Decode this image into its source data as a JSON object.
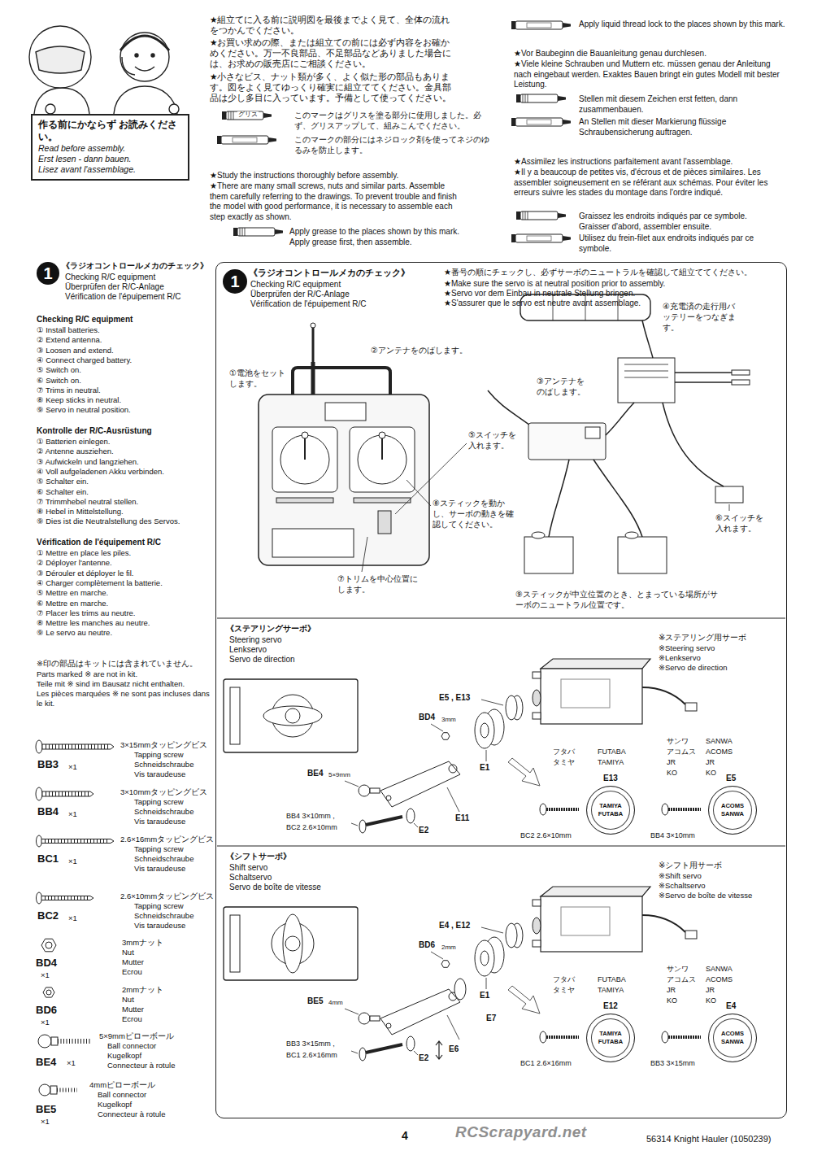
{
  "diagram": {
    "nodes": [
      {
        "text": [
          "作る前にかならず お読みください。",
          "Read before assembly.",
          "Erst lesen - dann bauen.",
          "Lisez avant l'assemblage."
        ]
      },
      {
        "text": [
          "1"
        ]
      },
      {
        "text": [
          "《ラジオコントロールメカのチェック》",
          "Checking R/C equipment",
          "Überprüfen der R/C-Anlage",
          "Vérification de l'épuipement R/C",
          "★番号の順にチェックし、必ずサーボのニュートラルを確認して組立ててください。",
          "★Make sure the servo is at neutral position prior to assembly.",
          "★Servo vor dem Einbau in neutrale Stellung bringen.",
          "★S'assurer que le servo est neutre avant assemblage."
        ]
      },
      {
        "text": [
          "1"
        ],
        "in": 2
      },
      {
        "text": [
          "TAMIYA",
          "FUTABA"
        ],
        "in": 2
      },
      {
        "text": [
          "ACOMS",
          "SANWA"
        ],
        "in": 2
      },
      {
        "text": [
          "TAMIYA",
          "FUTABA"
        ],
        "in": 2
      },
      {
        "text": [
          "ACOMS",
          "SANWA"
        ],
        "in": 2
      }
    ],
    "labels": [
      "★組立てに入る前に説明図を最後までよく見て、全体の流れをつかんでください。",
      "★お買い求めの際、または組立ての前には必ず内容をお確かめください。万一不良部品、不足部品などありました場合には、お求めの販売店にご相談ください。",
      "★小さなビス、ナット類が多く、よく似た形の部品もあります。図をよく見てゆっくり確実に組立ててください。金具部品は少し多目に入っています。予備として使ってください。",
      "グリス",
      "このマークはグリスを塗る部分に使用しました。必ず、グリスアップして、組みこんでください。",
      "このマークの部分にはネジロック剤を使ってネジのゆるみを防止します。",
      "★Study the instructions thoroughly before assembly.",
      "★There are many small screws, nuts and similar parts. Assemble them carefully referring to the drawings. To prevent trouble and finish the model with good performance, it is necessary to assemble each step exactly as shown.",
      "Apply grease to the places shown by this mark.",
      "Apply grease first, then assemble.",
      "Apply liquid thread lock to the places shown by this mark.",
      "★Vor Baubeginn die Bauanleitung genau durchlesen.",
      "★Viele kleine Schrauben und Muttern etc. müssen genau der Anleitung nach eingebaut werden. Exaktes Bauen bringt ein gutes Modell mit bester Leistung.",
      "Stellen mit diesem Zeichen erst fetten, dann zusammenbauen.",
      "An Stellen mit dieser Markierung flüssige Schraubensicherung auftragen.",
      "★Assimilez les instructions parfaitement avant l'assemblage.",
      "★Il y a beaucoup de petites vis, d'écrous et de pièces similaires. Les assembler soigneusement en se référant aux schémas. Pour éviter les erreurs suivre les stades du montage dans l'ordre indiqué.",
      "Graissez les endroits indiqués par ce symbole.",
      "Graisser d'abord, assembler ensuite.",
      "Utilisez du frein-filet aux endroits indiqués par ce symbole.",
      "《ラジオコントロールメカのチェック》",
      "Checking R/C equipment",
      "Überprüfen der R/C-Anlage",
      "Vérification de l'épuipement R/C",
      "Checking R/C equipment",
      "① Install batteries.",
      "② Extend antenna.",
      "③ Loosen and extend.",
      "④ Connect charged battery.",
      "⑤ Switch on.",
      "⑥ Switch on.",
      "⑦ Trims in neutral.",
      "⑧ Keep sticks in neutral.",
      "⑨ Servo in neutral position.",
      "Kontrolle der R/C-Ausrüstung",
      "① Batterien einlegen.",
      "② Antenne ausziehen.",
      "③ Aufwickeln und langziehen.",
      "④ Voll aufgeladenen Akku verbinden.",
      "⑤ Schalter ein.",
      "⑥ Schalter ein.",
      "⑦ Trimmhebel neutral stellen.",
      "⑧ Hebel in Mittelstellung.",
      "⑨ Dies ist die Neutralstellung des Servos.",
      "Vérification de l'équipement R/C",
      "① Mettre en place les piles.",
      "② Déployer l'antenne.",
      "③ Dérouler et déployer le fil.",
      "④ Charger complètement la batterie.",
      "⑤ Mettre en marche.",
      "⑥ Mettre en marche.",
      "⑦ Placer les trims au neutre.",
      "⑧ Mettre les manches au neutre.",
      "⑨ Le servo au neutre.",
      "※印の部品はキットには含まれていません。",
      "Parts marked ※ are not in kit.",
      "Teile mit ※ sind im Bausatz nicht enthalten.",
      "Les pièces marquées ※ ne sont pas incluses dans le kit.",
      "3×15mmタッピングビス",
      "Tapping screw",
      "Schneidschraube",
      "Vis taraudeuse",
      "BB3",
      "×1",
      "3×10mmタッピングビス",
      "Tapping screw",
      "Schneidschraube",
      "Vis taraudeuse",
      "BB4",
      "×1",
      "2.6×16mmタッピングビス",
      "Tapping screw",
      "Schneidschraube",
      "Vis taraudeuse",
      "BC1",
      "×1",
      "2.6×10mmタッピングビス",
      "Tapping screw",
      "Schneidschraube",
      "Vis taraudeuse",
      "BC2",
      "×1",
      "3mmナット",
      "Nut",
      "Mutter",
      "Ecrou",
      "BD4",
      "×1",
      "2mmナット",
      "Nut",
      "Mutter",
      "Ecrou",
      "BD6",
      "×1",
      "5×9mmピローボール",
      "Ball connector",
      "Kugelkopf",
      "Connecteur à rotule",
      "BE4",
      "×1",
      "4mmピローボール",
      "Ball connector",
      "Kugelkopf",
      "Connecteur à rotule",
      "BE5",
      "×1",
      "①電池をセットします。",
      "②アンテナをのばします。",
      "③アンテナをのばします。",
      "④充電済の走行用バッテリーをつなぎます。",
      "⑤スイッチを入れます。",
      "⑥スイッチを入れます。",
      "⑦トリムを中心位置にします。",
      "⑧スティックを動かし、サーボの動きを確認してください。",
      "⑨スティックが中立位置のとき、とまっている場所がサーボのニュートラル位置です。",
      "《ステアリングサーボ》",
      "Steering servo",
      "Lenkservo",
      "Servo de direction",
      "※ステアリング用サーボ",
      "※Steering servo",
      "※Lenkservo",
      "※Servo de direction",
      "E5 , E13",
      "BD4",
      "3mm",
      "BE4",
      "5×9mm",
      "E1",
      "E11",
      "BB4 3×10mm ,",
      "BC2 2.6×10mm",
      "E2",
      "フタバ",
      "FUTABA",
      "タミヤ",
      "TAMIYA",
      "サンワ",
      "SANWA",
      "アコムス",
      "ACOMS",
      "JR",
      "JR",
      "KO",
      "KO",
      "E13",
      "E5",
      "BC2 2.6×10mm",
      "BB4 3×10mm",
      "《シフトサーボ》",
      "Shift servo",
      "Schaltservo",
      "Servo de boîte de vitesse",
      "※シフト用サーボ",
      "※Shift servo",
      "※Schaltservo",
      "※Servo de boîte de vitesse",
      "E4 , E12",
      "BD6",
      "2mm",
      "BE5",
      "4mm",
      "E1",
      "E7",
      "E6",
      "BB3 3×15mm ,",
      "BC1 2.6×16mm",
      "E2",
      "フタバ",
      "FUTABA",
      "タミヤ",
      "TAMIYA",
      "サンワ",
      "SANWA",
      "アコムス",
      "ACOMS",
      "JR",
      "JR",
      "KO",
      "KO",
      "E12",
      "E4",
      "BC1 2.6×16mm",
      "BB3 3×15mm",
      "4",
      "56314 Knight Hauler (1050239)",
      "RCScrapyard.net"
    ]
  }
}
